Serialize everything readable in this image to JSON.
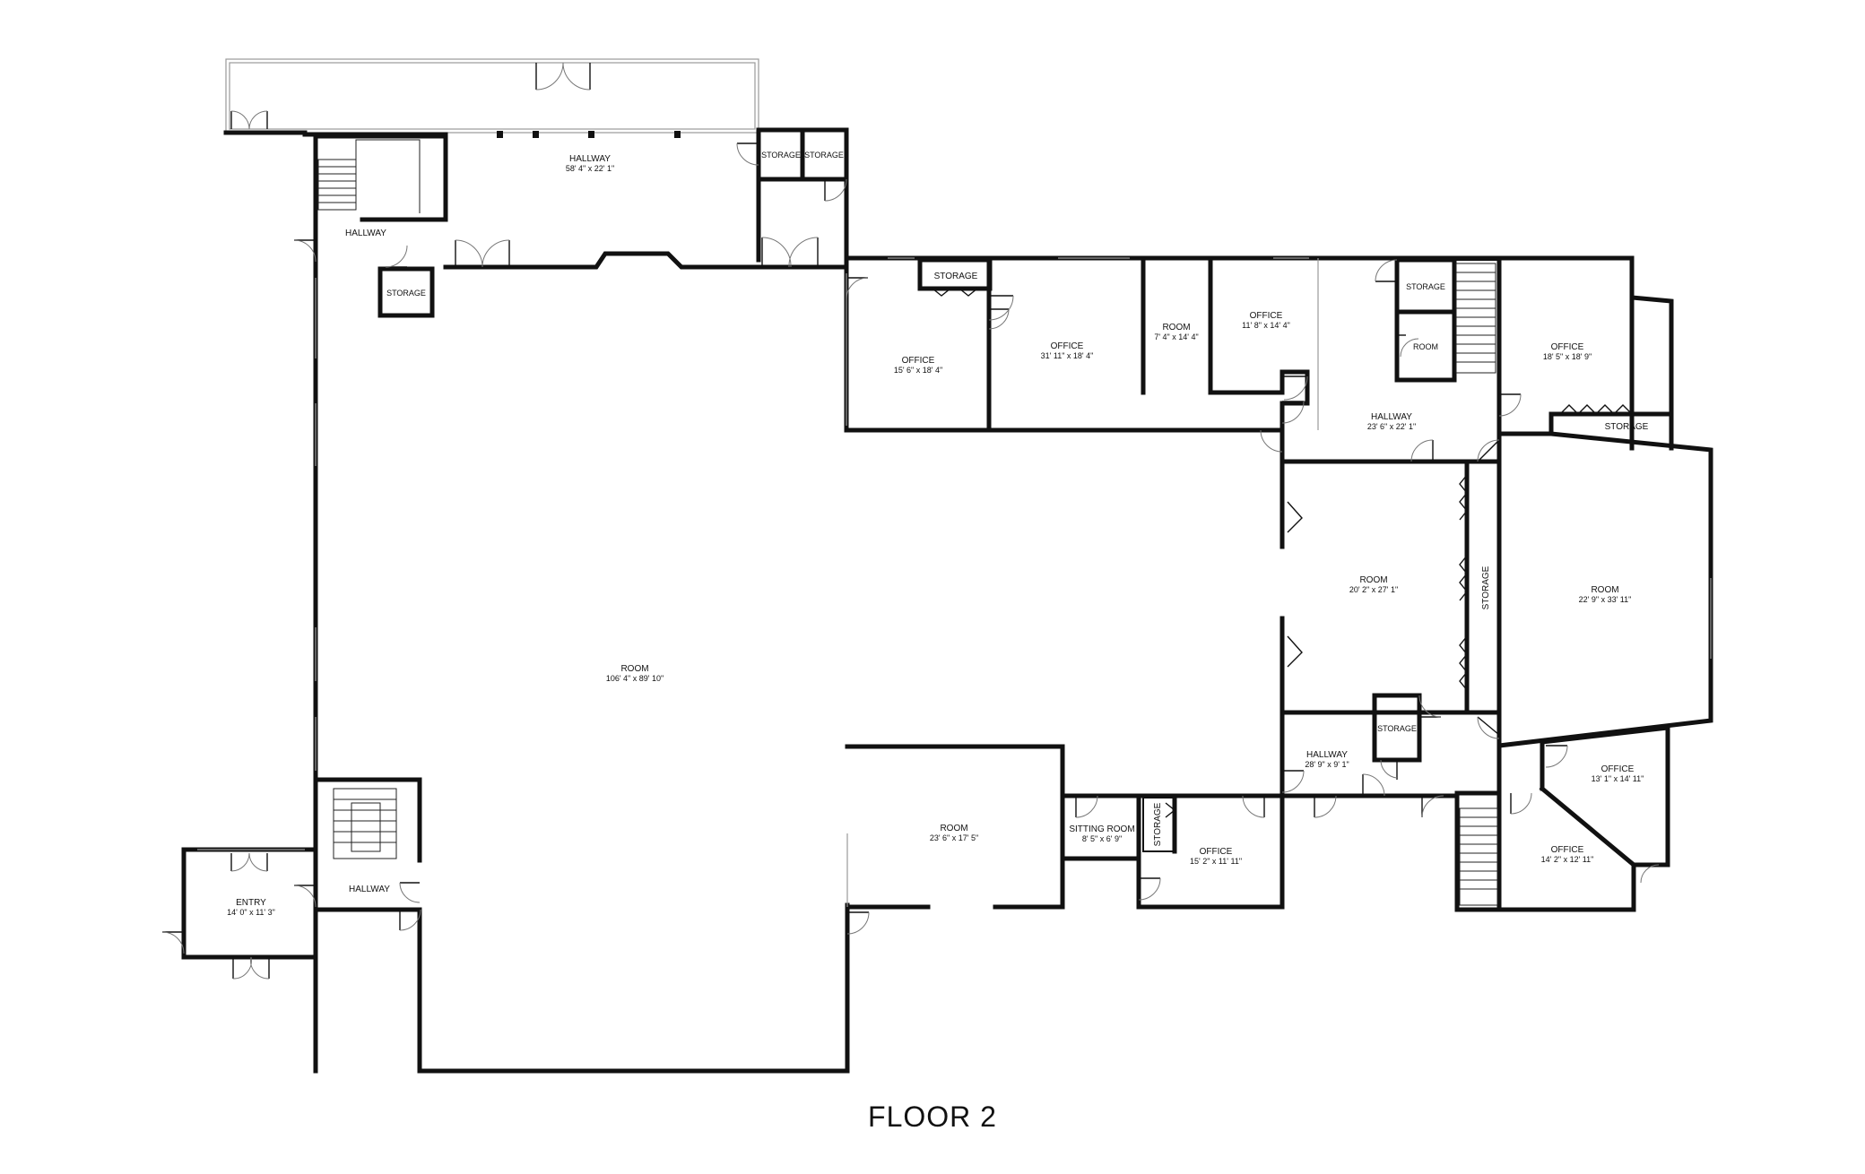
{
  "floor_title": "FLOOR 2",
  "rooms": [
    {
      "id": "hallway-top",
      "name": "HALLWAY",
      "dim": "58' 4\" x 22' 1\""
    },
    {
      "id": "storage-top-1",
      "name": "STORAGE",
      "dim": ""
    },
    {
      "id": "storage-top-2",
      "name": "STORAGE",
      "dim": ""
    },
    {
      "id": "hallway-left",
      "name": "HALLWAY",
      "dim": ""
    },
    {
      "id": "storage-left",
      "name": "STORAGE",
      "dim": ""
    },
    {
      "id": "room-main",
      "name": "ROOM",
      "dim": "106' 4\" x 89' 10\""
    },
    {
      "id": "storage-office-strip",
      "name": "STORAGE",
      "dim": ""
    },
    {
      "id": "office-1",
      "name": "OFFICE",
      "dim": "15' 6\" x 18' 4\""
    },
    {
      "id": "office-2",
      "name": "OFFICE",
      "dim": "31' 11\" x 18' 4\""
    },
    {
      "id": "room-small",
      "name": "ROOM",
      "dim": "7' 4\" x 14' 4\""
    },
    {
      "id": "office-3",
      "name": "OFFICE",
      "dim": "11' 8\" x 14' 4\""
    },
    {
      "id": "storage-ne",
      "name": "STORAGE",
      "dim": ""
    },
    {
      "id": "room-ne-small",
      "name": "ROOM",
      "dim": ""
    },
    {
      "id": "hallway-ne",
      "name": "HALLWAY",
      "dim": "23' 6\" x 22' 1\""
    },
    {
      "id": "office-ne",
      "name": "OFFICE",
      "dim": "18' 5\" x 18' 9\""
    },
    {
      "id": "storage-ne-2",
      "name": "STORAGE",
      "dim": ""
    },
    {
      "id": "room-center-right",
      "name": "ROOM",
      "dim": "20' 2\" x 27' 1\""
    },
    {
      "id": "storage-vertical",
      "name": "STORAGE",
      "dim": ""
    },
    {
      "id": "room-east",
      "name": "ROOM",
      "dim": "22' 9\" x 33' 11\""
    },
    {
      "id": "storage-hall-se",
      "name": "STORAGE",
      "dim": ""
    },
    {
      "id": "hallway-se",
      "name": "HALLWAY",
      "dim": "28' 9\" x 9' 1\""
    },
    {
      "id": "office-se-1",
      "name": "OFFICE",
      "dim": "13' 1\" x 14' 11\""
    },
    {
      "id": "office-se-2",
      "name": "OFFICE",
      "dim": "14' 2\" x 12' 11\""
    },
    {
      "id": "room-south",
      "name": "ROOM",
      "dim": "23' 6\" x 17' 5\""
    },
    {
      "id": "sitting-room",
      "name": "SITTING ROOM",
      "dim": "8' 5\" x 6' 9\""
    },
    {
      "id": "storage-south",
      "name": "STORAGE",
      "dim": ""
    },
    {
      "id": "office-south",
      "name": "OFFICE",
      "dim": "15' 2\" x 11' 11\""
    },
    {
      "id": "entry",
      "name": "ENTRY",
      "dim": "14' 0\" x 11' 3\""
    },
    {
      "id": "hallway-sw",
      "name": "HALLWAY",
      "dim": ""
    }
  ]
}
